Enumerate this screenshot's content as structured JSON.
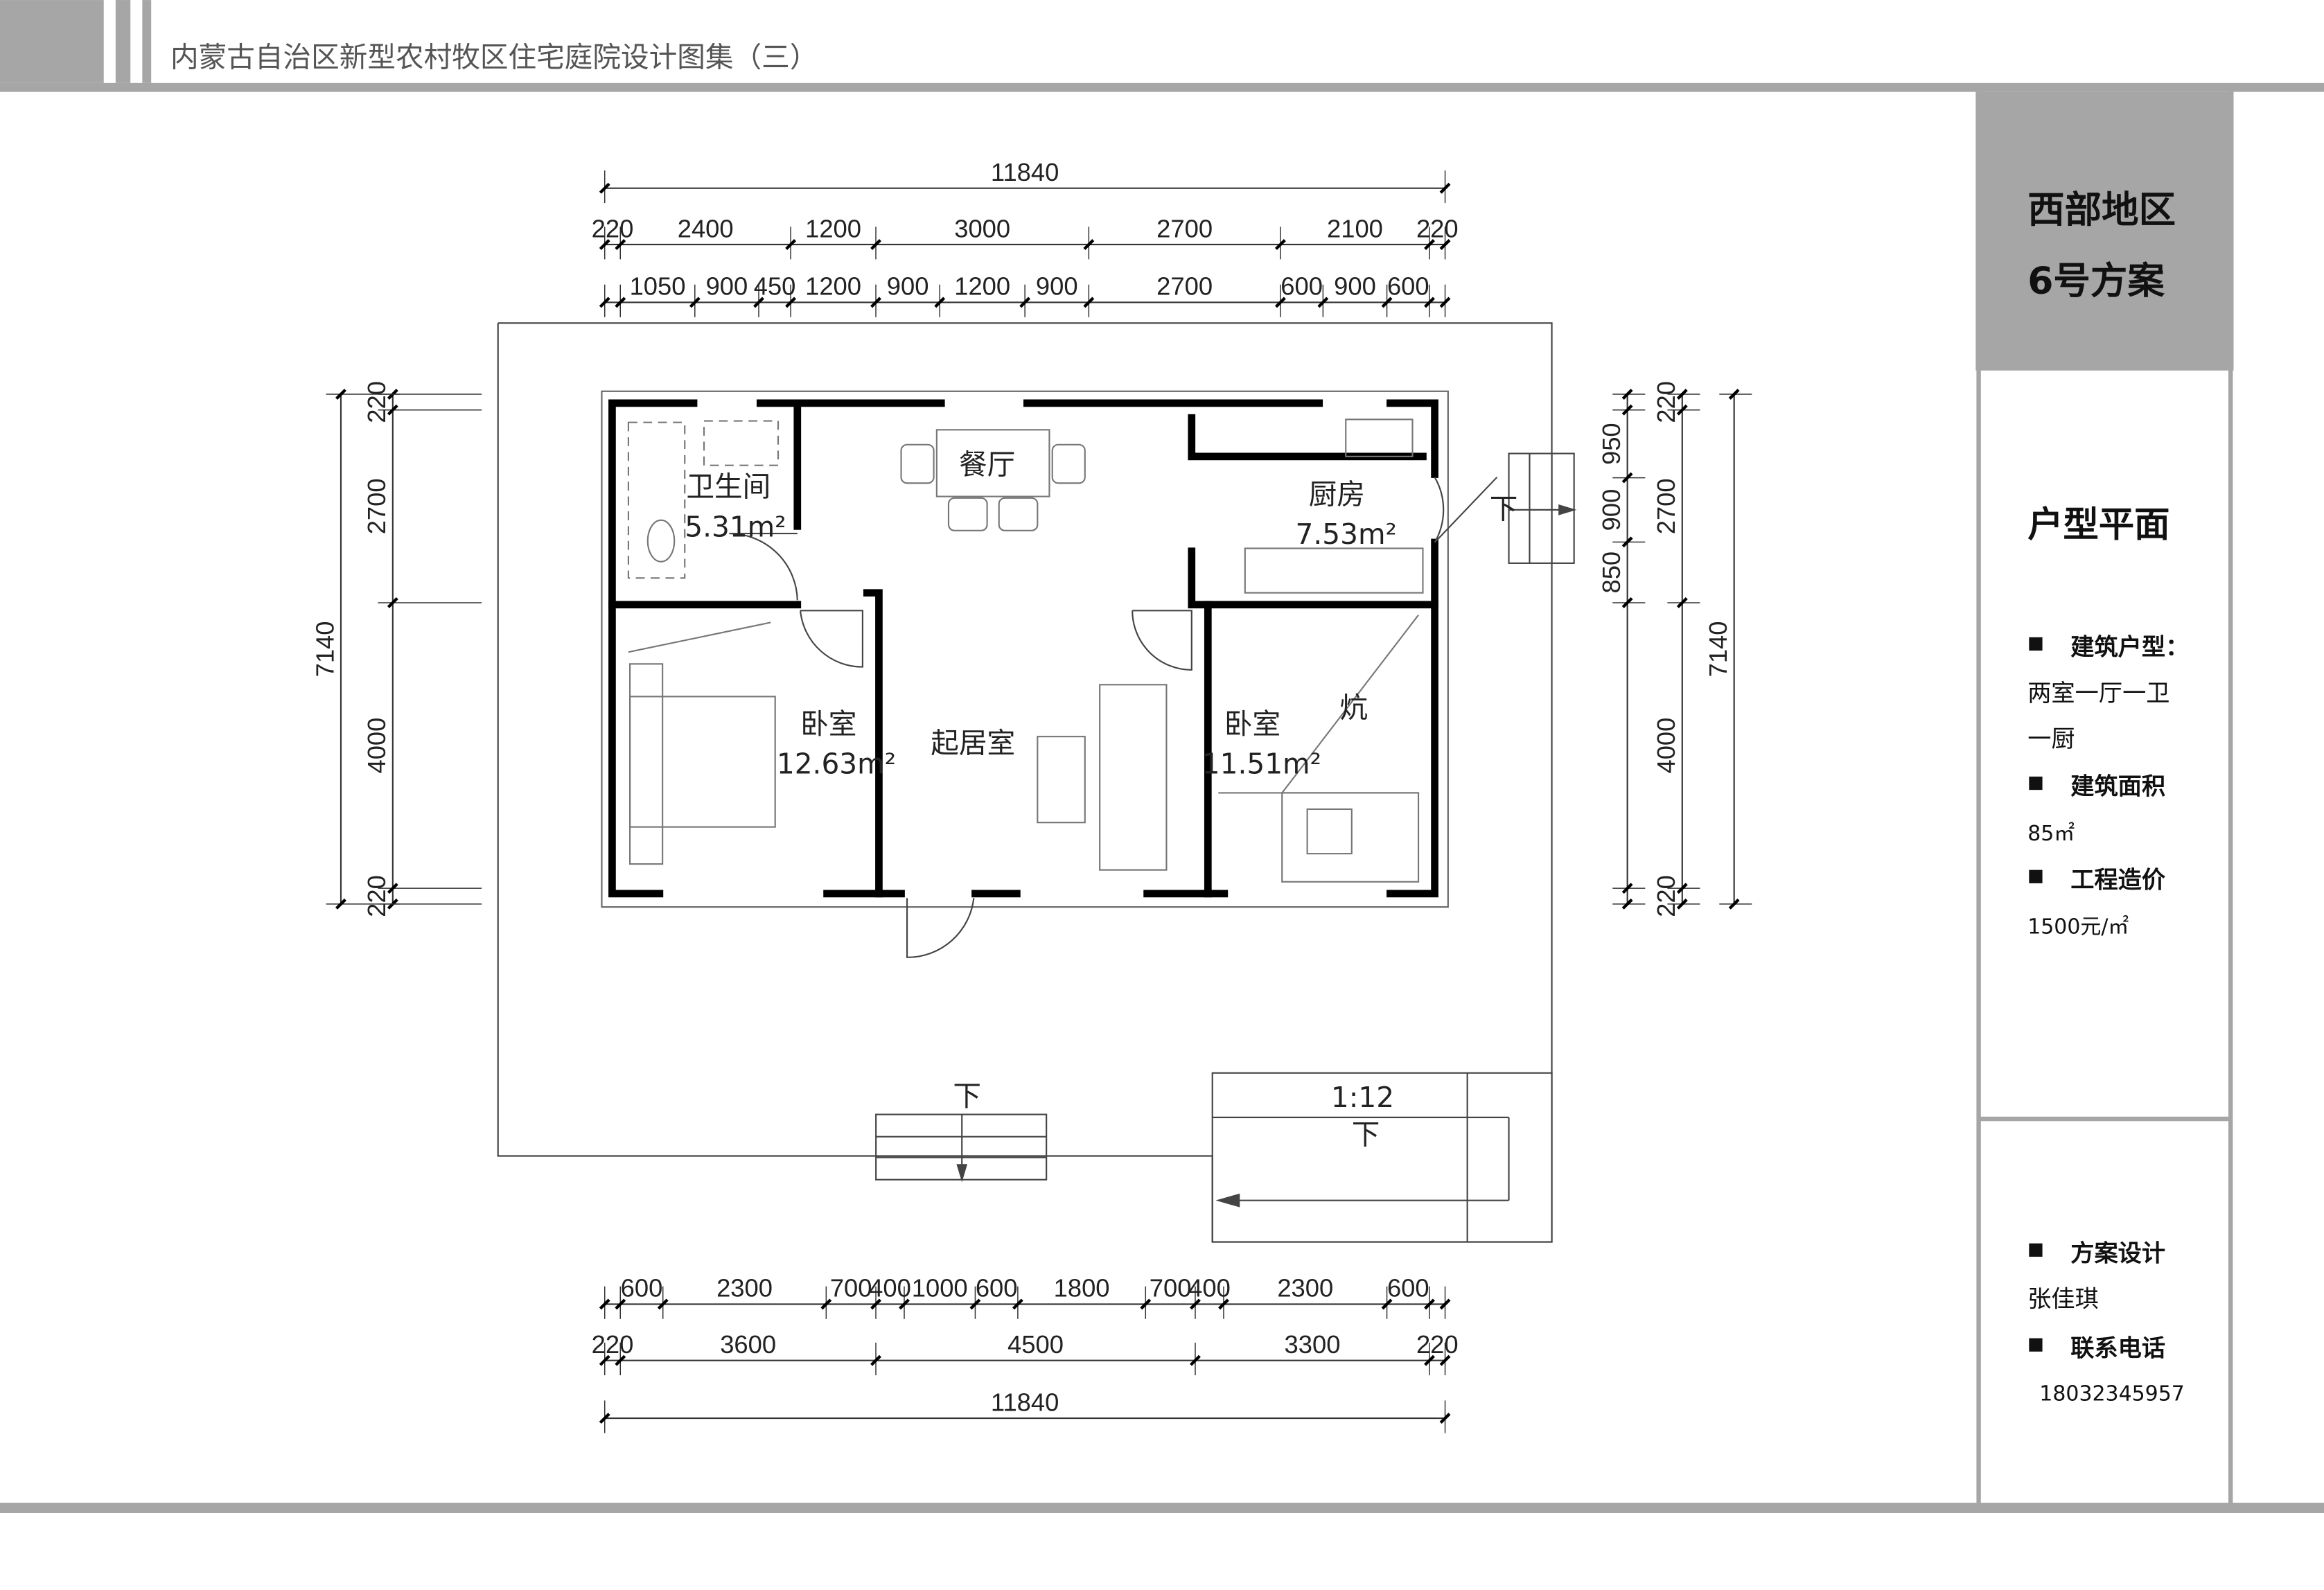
{
  "header": {
    "title": "内蒙古自治区新型农村牧区住宅庭院设计图集（三）"
  },
  "panel": {
    "region": "西部地区",
    "scheme": "6号方案",
    "section_title": "户型平面",
    "items": [
      {
        "label": "建筑户型：",
        "value_lines": [
          "两室一厅一卫",
          "一厨"
        ]
      },
      {
        "label": "建筑面积",
        "value_lines": [
          "85㎡"
        ]
      },
      {
        "label": "工程造价",
        "value_lines": [
          "1500元/㎡"
        ]
      }
    ],
    "credits": [
      {
        "label": "方案设计",
        "value": "张佳琪"
      },
      {
        "label": "联系电话",
        "value": "18032345957"
      }
    ]
  },
  "rooms": [
    {
      "name": "卫生间",
      "area": "5.31m²"
    },
    {
      "name": "餐厅",
      "area": ""
    },
    {
      "name": "厨房",
      "area": "7.53m²"
    },
    {
      "name": "卧室",
      "area": "12.63m²"
    },
    {
      "name": "起居室",
      "area": ""
    },
    {
      "name": "卧室",
      "area": "11.51m²"
    },
    {
      "name": "炕",
      "area": ""
    }
  ],
  "annotations": {
    "down": "下",
    "ramp_slope": "1:12"
  },
  "dimensions": {
    "top_total": [
      "11840"
    ],
    "top_row2": {
      "values": [
        220,
        2400,
        1200,
        3000,
        2700,
        2100,
        220
      ],
      "labels": [
        "220",
        "2400",
        "1200",
        "3000",
        "2700",
        "2100",
        "220"
      ]
    },
    "top_row3": {
      "values": [
        220,
        1050,
        900,
        450,
        1200,
        900,
        1200,
        900,
        2700,
        600,
        900,
        600,
        220
      ],
      "labels": [
        "",
        "1050",
        "900",
        "450",
        "1200",
        "900",
        "1200",
        "900",
        "2700",
        "600",
        "900",
        "600",
        ""
      ]
    },
    "bottom_row1": {
      "values": [
        220,
        600,
        2300,
        700,
        400,
        1000,
        600,
        1800,
        700,
        400,
        2300,
        600,
        220
      ],
      "labels": [
        "",
        "600",
        "2300",
        "700",
        "400",
        "1000",
        "600",
        "1800",
        "700",
        "400",
        "2300",
        "600",
        ""
      ]
    },
    "bottom_row2": {
      "values": [
        220,
        3600,
        4500,
        3300,
        220
      ],
      "labels": [
        "220",
        "3600",
        "4500",
        "3300",
        "220"
      ]
    },
    "bottom_total": [
      "11840"
    ],
    "left_row1": {
      "values": [
        220,
        2700,
        4000,
        220
      ],
      "labels": [
        "220",
        "2700",
        "4000",
        "220"
      ]
    },
    "left_total": [
      "7140"
    ],
    "right_row1": {
      "values": [
        220,
        950,
        900,
        850,
        4000,
        220
      ],
      "labels": [
        "",
        "950",
        "900",
        "850",
        "",
        ""
      ]
    },
    "right_row2": {
      "values": [
        220,
        2700,
        4000,
        220
      ],
      "labels": [
        "220",
        "2700",
        "4000",
        "220"
      ]
    },
    "right_total": [
      "7140"
    ]
  }
}
